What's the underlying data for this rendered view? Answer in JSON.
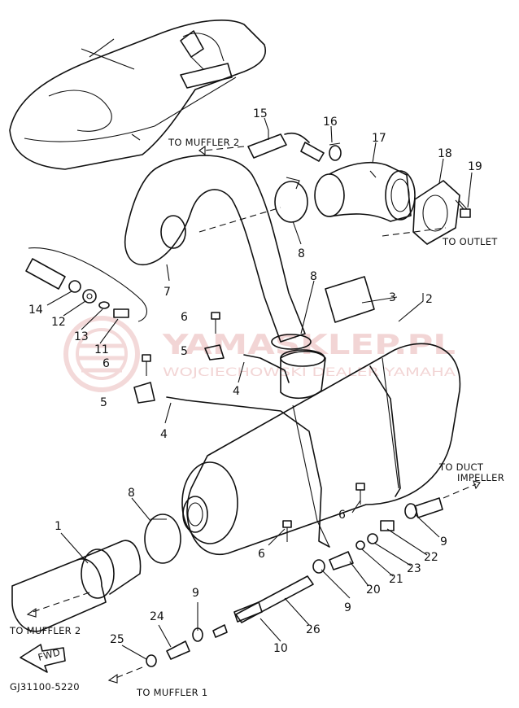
{
  "watermark": {
    "brand": "YAMASKLEP.PL",
    "tagline": "WOJCIECHOWSKI DEALER YAMAHA",
    "color": "#e9b4b4"
  },
  "annotations": {
    "to_muffler_2_top": "TO MUFFLER 2",
    "to_outlet": "TO OUTLET",
    "to_duct_impeller_1": "TO DUCT",
    "to_duct_impeller_2": "IMPELLER",
    "to_muffler_2_bottom": "TO MUFFLER 2",
    "to_muffler_1": "TO MUFFLER 1",
    "fwd": "FWD",
    "drawing_code": "GJ31100-5220"
  },
  "callouts": [
    {
      "id": "c1",
      "label": "1"
    },
    {
      "id": "c2",
      "label": "2"
    },
    {
      "id": "c3",
      "label": "3"
    },
    {
      "id": "c4a",
      "label": "4"
    },
    {
      "id": "c4b",
      "label": "4"
    },
    {
      "id": "c5a",
      "label": "5"
    },
    {
      "id": "c5b",
      "label": "5"
    },
    {
      "id": "c6a",
      "label": "6"
    },
    {
      "id": "c6b",
      "label": "6"
    },
    {
      "id": "c6c",
      "label": "6"
    },
    {
      "id": "c6d",
      "label": "6"
    },
    {
      "id": "c7",
      "label": "7"
    },
    {
      "id": "c8a",
      "label": "8"
    },
    {
      "id": "c8b",
      "label": "8"
    },
    {
      "id": "c8c",
      "label": "8"
    },
    {
      "id": "c9a",
      "label": "9"
    },
    {
      "id": "c9b",
      "label": "9"
    },
    {
      "id": "c9c",
      "label": "9"
    },
    {
      "id": "c10",
      "label": "10"
    },
    {
      "id": "c11",
      "label": "11"
    },
    {
      "id": "c12",
      "label": "12"
    },
    {
      "id": "c13",
      "label": "13"
    },
    {
      "id": "c14",
      "label": "14"
    },
    {
      "id": "c15",
      "label": "15"
    },
    {
      "id": "c16",
      "label": "16"
    },
    {
      "id": "c17",
      "label": "17"
    },
    {
      "id": "c18",
      "label": "18"
    },
    {
      "id": "c19",
      "label": "19"
    },
    {
      "id": "c20",
      "label": "20"
    },
    {
      "id": "c21",
      "label": "21"
    },
    {
      "id": "c22",
      "label": "22"
    },
    {
      "id": "c23",
      "label": "23"
    },
    {
      "id": "c24",
      "label": "24"
    },
    {
      "id": "c25",
      "label": "25"
    },
    {
      "id": "c26",
      "label": "26"
    }
  ]
}
